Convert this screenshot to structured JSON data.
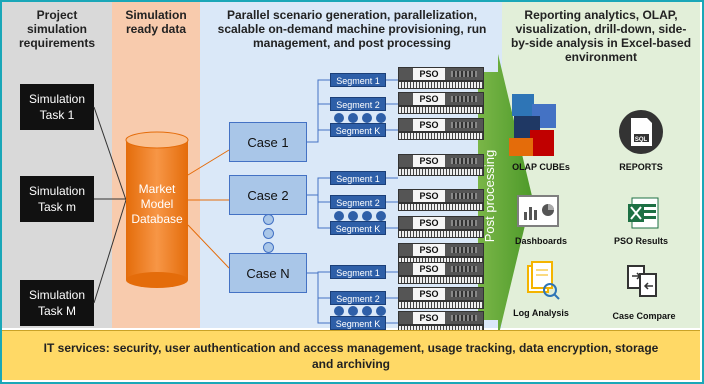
{
  "columns": {
    "requirements": "Project\nsimulation\nrequirements",
    "ready_data": "Simulation\nready data",
    "parallel": "Parallel scenario generation, parallelization,\nscalable on-demand machine provisioning, run\nmanagement, and post processing",
    "reporting": "Reporting analytics, OLAP,\nvisualization, drill-down, side-\nby-side analysis in Excel-based\nenvironment"
  },
  "tasks": [
    "Simulation\nTask 1",
    "Simulation\nTask m",
    "Simulation\nTask M"
  ],
  "database": "Market\nModel\nDatabase",
  "cases": [
    "Case 1",
    "Case 2",
    "Case N"
  ],
  "segments": [
    "Segment 1",
    "Segment 2",
    "Segment K"
  ],
  "server_label": "PSO",
  "post_processing": "Post processing",
  "outputs": {
    "olap": "OLAP CUBEs",
    "reports": "REPORTS",
    "sql": "SQL",
    "dashboards": "Dashboards",
    "pso_results": "PSO Results",
    "log_analysis": "Log Analysis",
    "case_compare": "Case Compare"
  },
  "footer": "IT services: security, user authentication and access management, usage tracking, data encryption, storage and archiving"
}
